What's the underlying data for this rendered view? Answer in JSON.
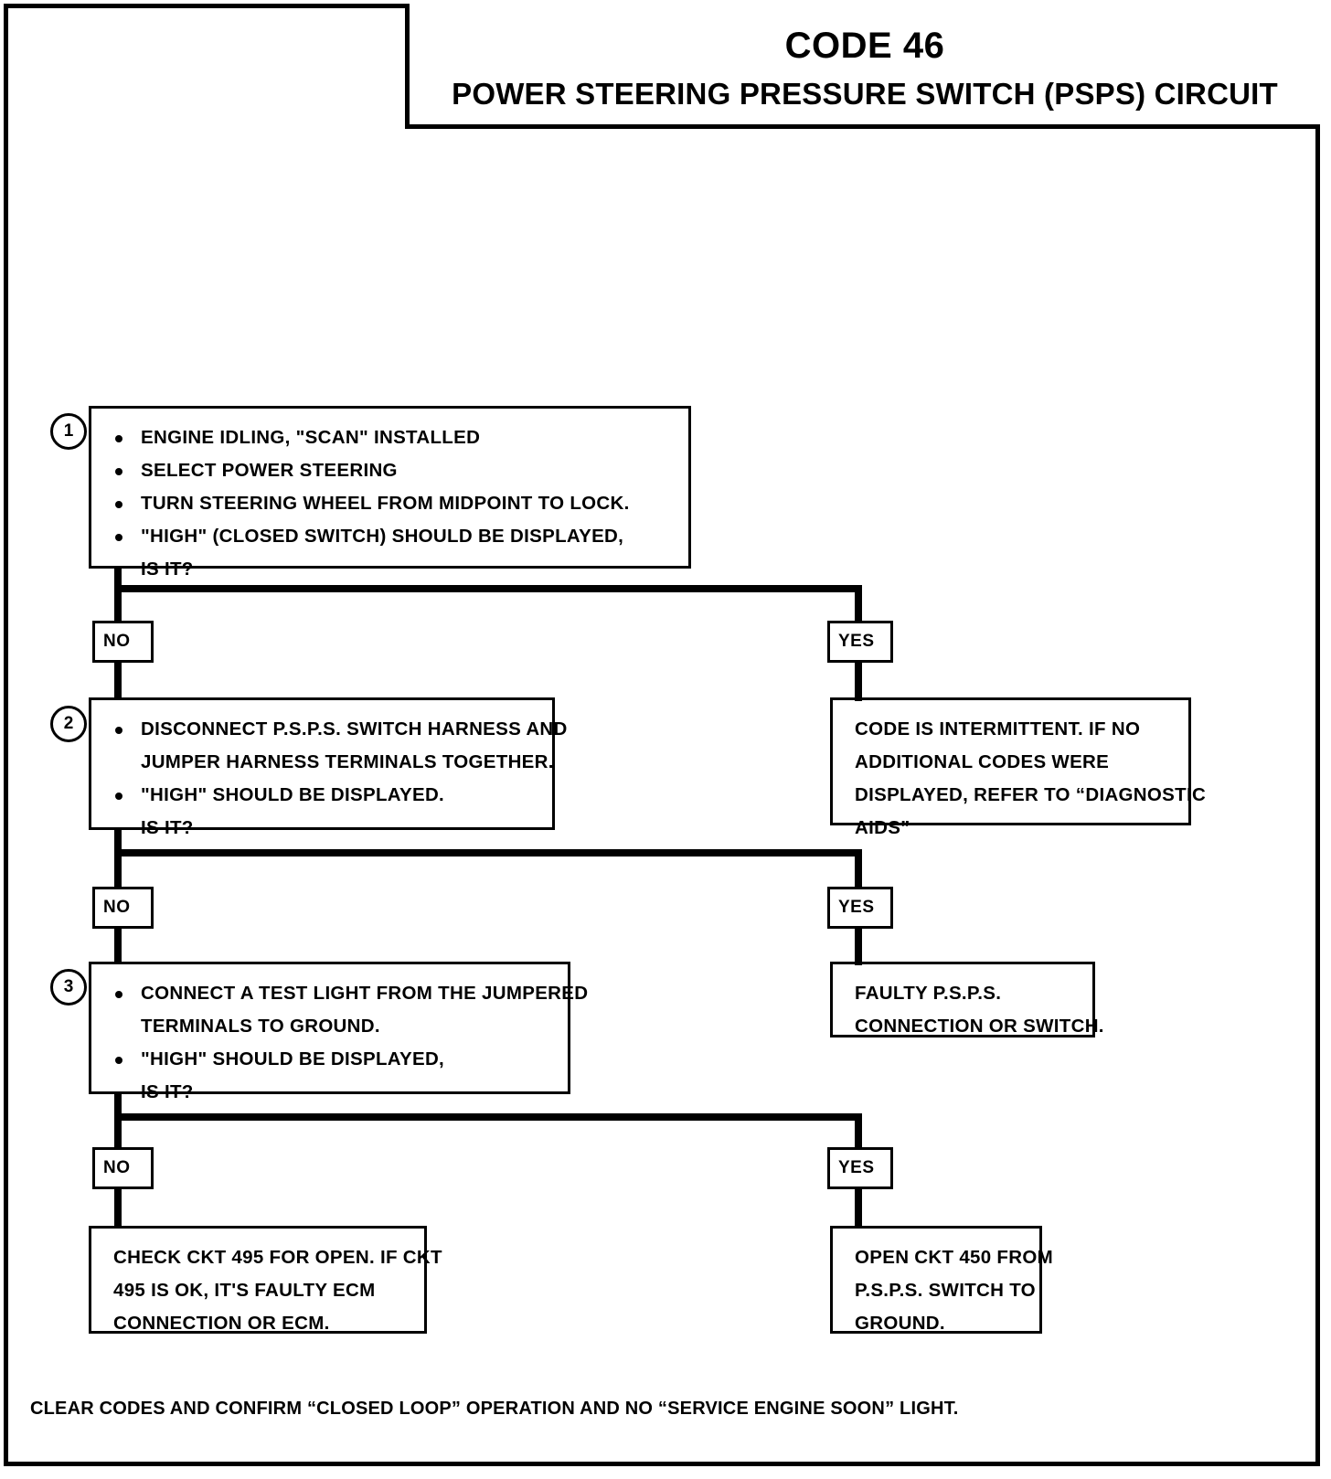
{
  "title": {
    "code": "CODE 46",
    "subtitle": "POWER STEERING PRESSURE SWITCH (PSPS) CIRCUIT"
  },
  "steps": {
    "one": {
      "number": "1",
      "l1": "ENGINE IDLING, \"SCAN\" INSTALLED",
      "l2": "SELECT POWER STEERING",
      "l3": "TURN STEERING WHEEL FROM MIDPOINT TO LOCK.",
      "l4": "\"HIGH\" (CLOSED SWITCH) SHOULD BE DISPLAYED,",
      "l5": "IS IT?"
    },
    "two": {
      "number": "2",
      "l1": "DISCONNECT P.S.P.S. SWITCH HARNESS AND",
      "l2": "JUMPER HARNESS TERMINALS TOGETHER.",
      "l3": "\"HIGH\" SHOULD BE DISPLAYED.",
      "l4": "IS IT?"
    },
    "three": {
      "number": "3",
      "l1": "CONNECT A TEST LIGHT FROM THE JUMPERED",
      "l2": "TERMINALS TO GROUND.",
      "l3": "\"HIGH\" SHOULD BE DISPLAYED,",
      "l4": "IS IT?"
    }
  },
  "branches": {
    "no_label": "NO",
    "yes_label": "YES",
    "row1_no": "NO",
    "row1_yes": "YES",
    "row2_no": "NO",
    "row2_yes": "YES",
    "row3_no": "NO",
    "row3_yes": "YES"
  },
  "results": {
    "intermittent": {
      "l1": "CODE IS INTERMITTENT. IF NO",
      "l2": "ADDITIONAL CODES WERE",
      "l3": "DISPLAYED, REFER TO “DIAGNOSTIC",
      "l4": "AIDS”"
    },
    "faulty_psps": {
      "l1": "FAULTY P.S.P.S.",
      "l2": "CONNECTION OR SWITCH."
    },
    "check_ckt495": {
      "l1": "CHECK CKT 495 FOR OPEN.  IF CKT",
      "l2": "495 IS OK, IT'S FAULTY ECM",
      "l3": "CONNECTION OR ECM."
    },
    "open_ckt450": {
      "l1": "OPEN CKT 450 FROM",
      "l2": "P.S.P.S. SWITCH TO",
      "l3": "GROUND."
    }
  },
  "footer": "CLEAR CODES AND CONFIRM “CLOSED LOOP”  OPERATION AND NO “SERVICE ENGINE SOON” LIGHT."
}
